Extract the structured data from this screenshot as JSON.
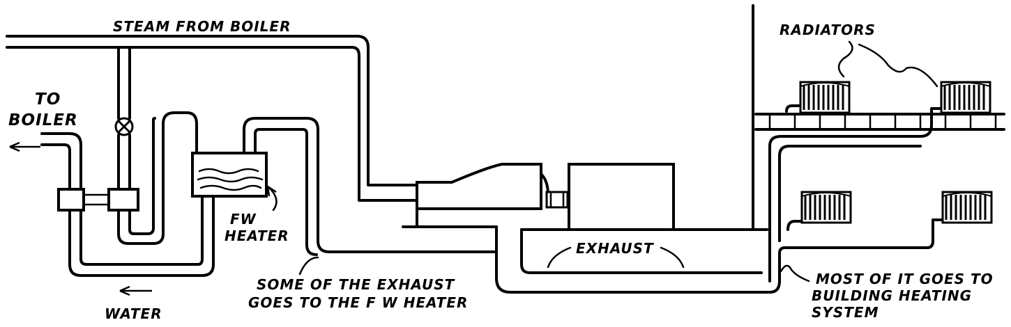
{
  "labels": {
    "steam_from_boiler": "STEAM FROM BOILER",
    "to_boiler_line1": "TO",
    "to_boiler_line2": "BOILER",
    "water": "WATER",
    "fw_heater_line1": "FW",
    "fw_heater_line2": "HEATER",
    "exhaust": "EXHAUST",
    "radiators": "RADIATORS",
    "some_exhaust_line1": "SOME OF THE EXHAUST",
    "some_exhaust_line2": "GOES TO THE F W HEATER",
    "most_line1": "MOST OF IT GOES TO",
    "most_line2": "BUILDING HEATING",
    "most_line3": "SYSTEM"
  },
  "icons": {
    "valve": "valve-icon",
    "arrow": "arrow-icon",
    "radiator": "radiator-icon"
  }
}
